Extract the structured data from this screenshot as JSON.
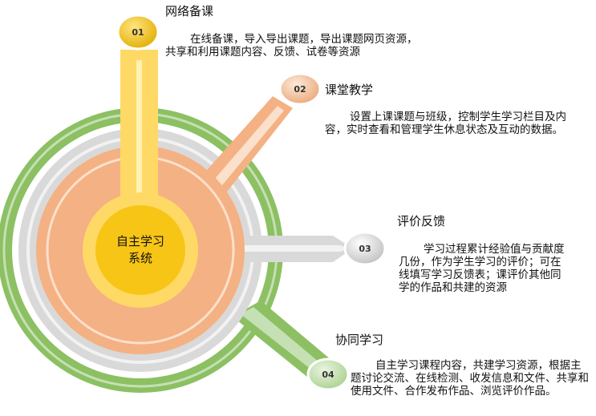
{
  "center": {
    "label_line1": "自主学习",
    "label_line2": "系统"
  },
  "items": [
    {
      "badge": "01",
      "title": "网络备课",
      "description": "在线备课，导入导出课题，导出课题网页资源，共享和利用课题内容、反馈、试卷等资源"
    },
    {
      "badge": "02",
      "title": "课堂教学",
      "description": "设置上课课题与班级，控制学生学习栏目及内容，实时查看和管理学生休息状态及互动的数据。"
    },
    {
      "badge": "03",
      "title": "评价反馈",
      "description": "学习过程累计经验值与贡献度几份，作为学生学习的评价；可在线填写学习反馈表；课评价其他同学的作品和共建的资源"
    },
    {
      "badge": "04",
      "title": "协同学习",
      "description": "自主学习课程内容，共建学习资源，根据主题讨论交流、在线检测、收发信息和文件、共享和使用文件、合作发布作品、浏览评价作品。"
    }
  ],
  "colors": {
    "yellow": "#f7c516",
    "yellow_light": "#ffd966",
    "peach": "#f4b183",
    "peach_light": "#fbe0cc",
    "gray": "#d9d9d9",
    "gray_light": "#f2f2f2",
    "green": "#8cc063",
    "green_light": "#c5e0b4"
  }
}
